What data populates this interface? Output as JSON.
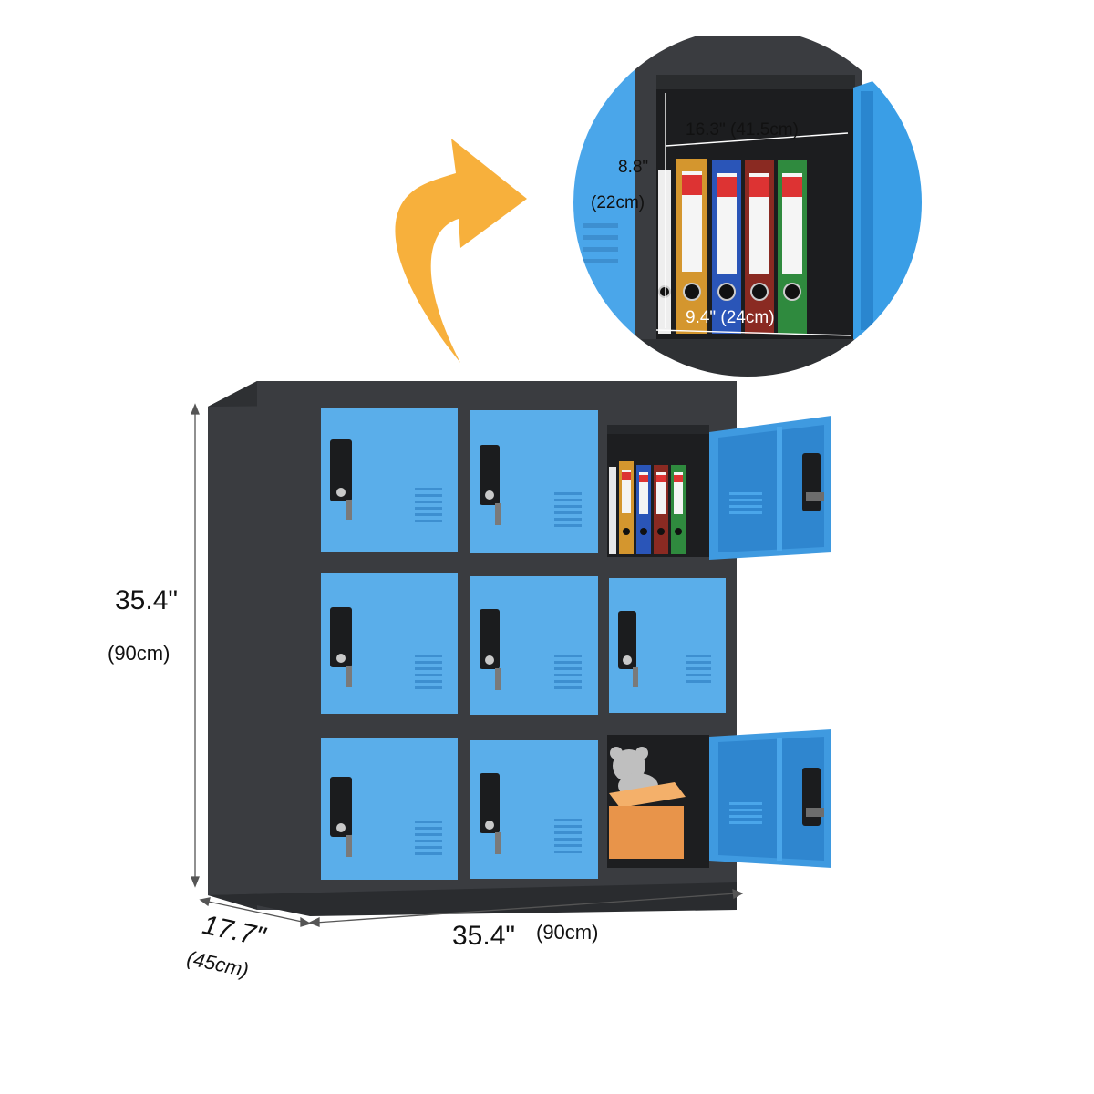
{
  "product": {
    "colors": {
      "frame": "#3a3c40",
      "door": "#5aaeea",
      "door_dark": "#2f8fd6",
      "accent_arrow": "#f7b03c"
    }
  },
  "dimensions": {
    "height_in": "35.4\"",
    "height_cm": "(90cm)",
    "width_in": "35.4\"",
    "width_cm": "(90cm)",
    "depth_in": "17.7\"",
    "depth_cm": "(45cm)"
  },
  "compartment_detail": {
    "width_label": "16.3\" (41.5cm)",
    "height_in": "8.8\"",
    "height_cm": "(22cm)",
    "depth_label": "9.4\" (24cm)"
  },
  "icons": {
    "arrow": "curved-arrow-icon"
  }
}
